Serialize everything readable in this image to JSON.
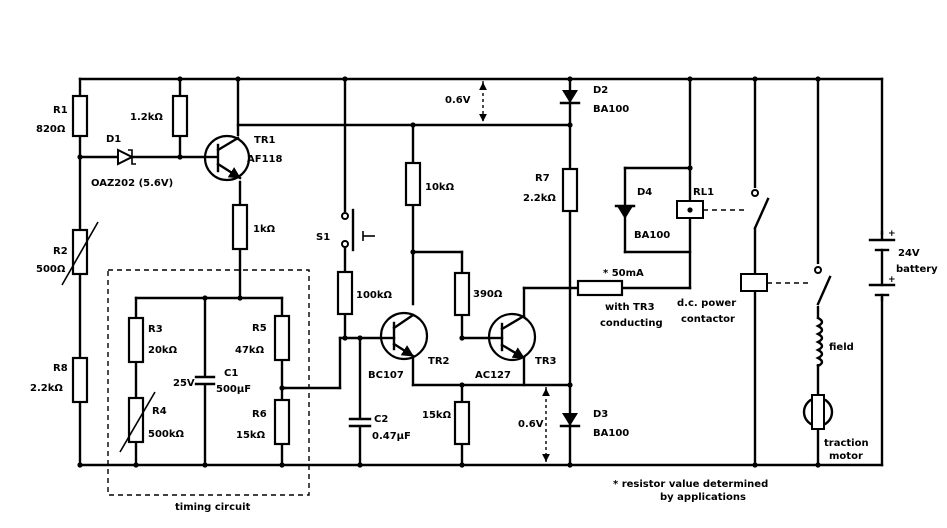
{
  "labels": {
    "r1_name": "R1",
    "r1_val": "820Ω",
    "r_12k": "1.2kΩ",
    "d1_name": "D1",
    "d1_part": "OAZ202 (5.6V)",
    "tr1_name": "TR1",
    "tr1_part": "AF118",
    "r2_name": "R2",
    "r2_val": "500Ω",
    "r8_name": "R8",
    "r8_val": "2.2kΩ",
    "r_1k": "1kΩ",
    "v_top": "0.6V",
    "d2_name": "D2",
    "d2_part": "BA100",
    "r7_name": "R7",
    "r7_val": "2.2kΩ",
    "r_10k": "10kΩ",
    "s1_name": "S1",
    "r_100k": "100kΩ",
    "r_390": "390Ω",
    "d4_name": "D4",
    "d4_part": "BA100",
    "rl1_name": "RL1",
    "cur_val": "* 50mA",
    "cur_note1": "with TR3",
    "cur_note2": "conducting",
    "contactor1": "d.c. power",
    "contactor2": "contactor",
    "bat_val": "24V",
    "bat_name": "battery",
    "field": "field",
    "motor1": "traction",
    "motor2": "motor",
    "r3_name": "R3",
    "r3_val": "20kΩ",
    "r4_name": "R4",
    "r4_val": "500kΩ",
    "c1_v": "25V",
    "c1_name": "C1",
    "c1_val": "500μF",
    "r5_name": "R5",
    "r5_val": "47kΩ",
    "r6_name": "R6",
    "r6_val": "15kΩ",
    "tr2_part": "BC107",
    "tr2_name": "TR2",
    "tr3_part": "AC127",
    "tr3_name": "TR3",
    "c2_name": "C2",
    "c2_val": "0.47μF",
    "r_15k": "15kΩ",
    "v_bot": "0.6V",
    "d3_name": "D3",
    "d3_part": "BA100",
    "timing": "timing circuit",
    "foot1": "* resistor value determined",
    "foot2": "by applications"
  }
}
